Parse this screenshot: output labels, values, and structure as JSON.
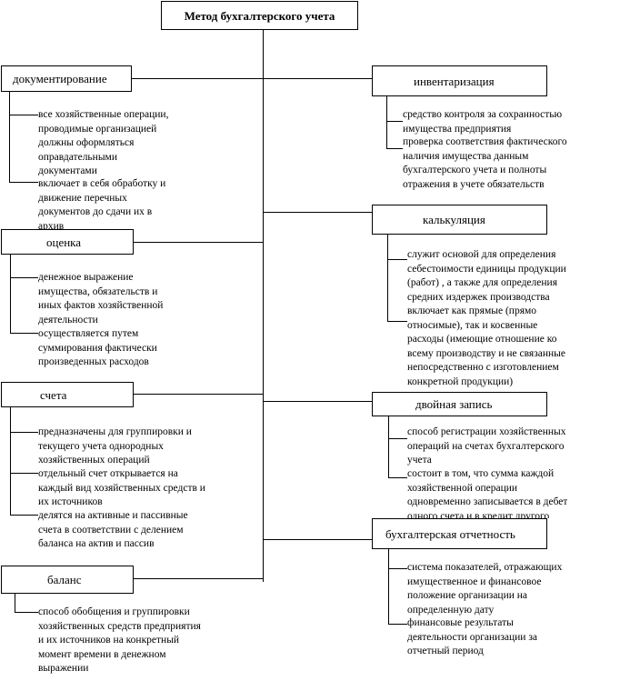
{
  "title": "Метод бухгалтерского учета",
  "left": [
    {
      "label": "документирование",
      "items": [
        [
          "все хозяйственные операции,",
          "проводимые организацией",
          "должны оформляться",
          "оправдательными",
          "документами"
        ],
        [
          "включает в себя обработку и",
          "движение перечных",
          "документов до сдачи их в",
          "архив"
        ]
      ]
    },
    {
      "label": "оценка",
      "items": [
        [
          "денежное выражение",
          "имущества, обязательств и",
          "иных фактов хозяйственной",
          "деятельности"
        ],
        [
          "осуществляется путем",
          "суммирования фактически",
          "произведенных расходов"
        ]
      ]
    },
    {
      "label": "счета",
      "items": [
        [
          "предназначены для группировки и",
          "текущего учета однородных",
          "хозяйственных операций"
        ],
        [
          "отдельный счет открывается на",
          "каждый вид хозяйственных средств и",
          "их источников"
        ],
        [
          "делятся на активные и пассивные",
          "счета в соответствии с делением",
          "баланса на актив и пассив"
        ]
      ]
    },
    {
      "label": "баланс",
      "items": [
        [
          "способ обобщения и группировки",
          "хозяйственных средств предприятия",
          "и их источников на конкретный",
          "момент времени в денежном",
          "выражении"
        ]
      ]
    }
  ],
  "right": [
    {
      "label": "инвентаризация",
      "items": [
        [
          "средство контроля за сохранностью",
          "имущества предприятия"
        ],
        [
          "проверка соответствия фактического",
          "наличия имущества данным",
          "бухгалтерского учета и полноты",
          "отражения в учете обязательств"
        ]
      ]
    },
    {
      "label": "калькуляция",
      "items": [
        [
          "служит основой для определения",
          "себестоимости единицы продукции",
          "(работ) , а также для определения",
          "средних издержек производства"
        ],
        [
          "включает как прямые (прямо",
          "относимые), так и косвенные",
          "расходы (имеющие отношение ко",
          "всему производству и не связанные",
          "непосредственно с изготовлением",
          "конкретной продукции)"
        ]
      ]
    },
    {
      "label": "двойная запись",
      "items": [
        [
          "способ регистрации хозяйственных",
          "операций на счетах бухгалтерского",
          "учета"
        ],
        [
          "состоит в том, что сумма каждой",
          "хозяйственной операции",
          "одновременно записывается в дебет",
          "одного счета и в кредит другого"
        ]
      ]
    },
    {
      "label": "бухгалтерская отчетность",
      "items": [
        [
          "система показателей, отражающих",
          "имущественное и финансовое",
          "положение организации на",
          "определенную дату"
        ],
        [
          "финансовые результаты",
          "деятельности организации за",
          "отчетный период"
        ]
      ]
    }
  ]
}
